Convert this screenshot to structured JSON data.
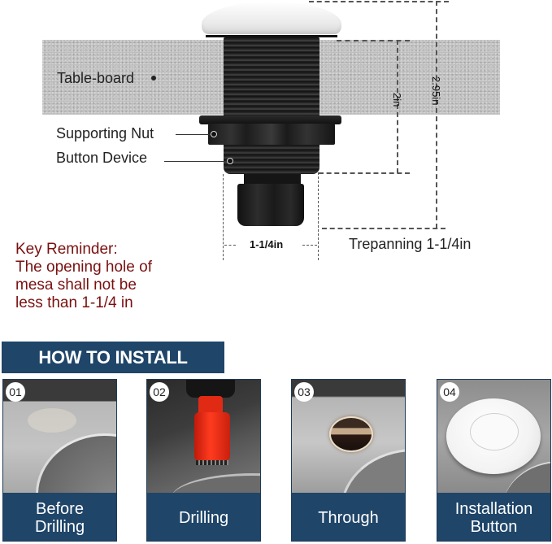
{
  "diagram": {
    "labels": {
      "table_board": "Table-board",
      "supporting_nut": "Supporting Nut",
      "button_device": "Button Device"
    },
    "dimensions": {
      "height_thread": "2in",
      "height_total": "2.95in",
      "width_device": "1-1/4in",
      "trepanning": "Trepanning 1-1/4in"
    },
    "key_reminder": {
      "title": "Key Reminder:",
      "line1": "The opening hole of",
      "line2": "mesa shall not be",
      "line3": "less than 1-1/4 in"
    },
    "colors": {
      "reminder_text": "#7a1010",
      "banner_bg": "#1f4569",
      "board": "#bdbdbd"
    }
  },
  "install": {
    "banner": "HOW TO INSTALL",
    "steps": [
      {
        "num": "01",
        "line1": "Before",
        "line2": "Drilling"
      },
      {
        "num": "02",
        "line1": "Drilling",
        "line2": ""
      },
      {
        "num": "03",
        "line1": "Through",
        "line2": ""
      },
      {
        "num": "04",
        "line1": "Installation",
        "line2": "Button"
      }
    ]
  }
}
